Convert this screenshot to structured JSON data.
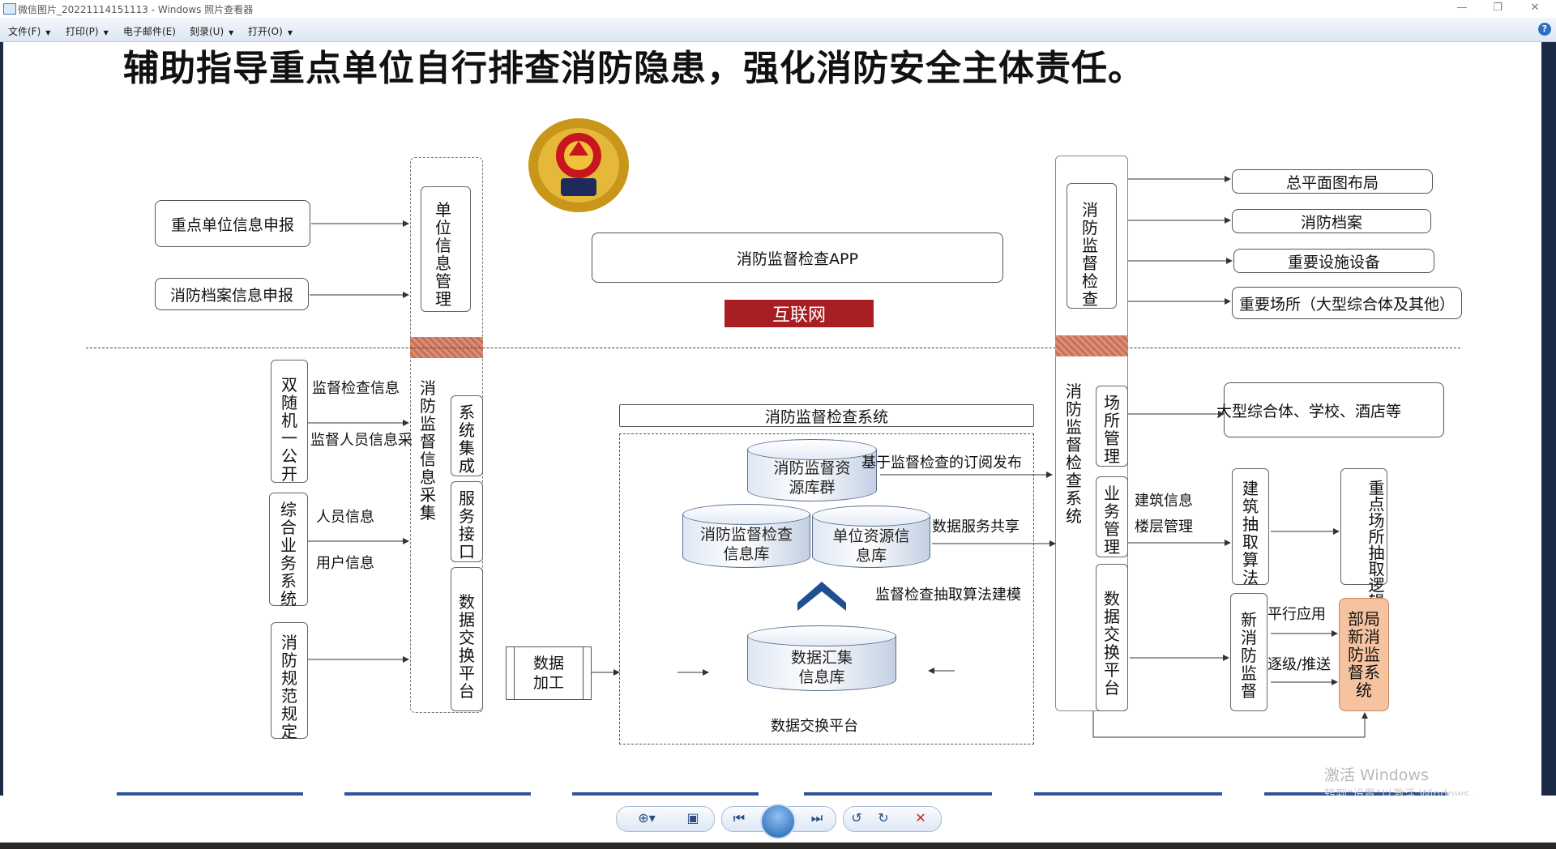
{
  "window": {
    "title": "微信图片_20221114151113 - Windows 照片查看器",
    "controls": [
      "—",
      "❐",
      "✕"
    ]
  },
  "menu": {
    "items": [
      "文件(F)",
      "打印(P)",
      "电子邮件(E)",
      "刻录(U)",
      "打开(O)"
    ],
    "help": "?"
  },
  "slide": {
    "heading": "辅助指导重点单位自行排查消防隐患，强化消防安全主体责任。",
    "left_inputs": [
      "重点单位信息申报",
      "消防档案信息申报"
    ],
    "unit_info_mgmt": "单位信息管理",
    "app_box": "消防监督检查APP",
    "internet": "互联网",
    "right_check": "消防监督检查",
    "right_outputs": [
      "总平面图布局",
      "消防档案",
      "重要设施设备",
      "重要场所（大型综合体及其他）"
    ],
    "sources": [
      {
        "name": "双随机一公开",
        "items": [
          "监督检查信息",
          "监督人员信息采"
        ]
      },
      {
        "name": "综合业务系统",
        "items": [
          "人员信息",
          "用户信息"
        ]
      },
      {
        "name": "消防规范规定",
        "items": []
      }
    ],
    "collect": "消防监督信息采集",
    "collect_subs": [
      "系统集成",
      "服务接口",
      "数据交换平台"
    ],
    "data_processing": "数据加工",
    "system_title": "消防监督检查系统",
    "db_cluster": "消防监督资源库群",
    "db_check": "消防监督检查信息库",
    "db_unit": "单位资源信息库",
    "db_collect": "数据汇集信息库",
    "exchange_platform": "数据交换平台",
    "note_publish": "基于监督检查的订阅发布",
    "note_share": "数据服务共享",
    "note_model": "监督检查抽取算法建模",
    "right_system": "消防监督检查系统",
    "right_subs": [
      "场所管理",
      "业务管理",
      "数据交换平台"
    ],
    "venue_box": "大型综合体、学校、酒店等",
    "biz_labels": [
      "建筑信息",
      "楼层管理"
    ],
    "algo": "建筑抽取算法",
    "key_algo": "重点场所抽取逻辑算法",
    "new_supervise": "新消防监督",
    "flow_labels": [
      "平行应用",
      "逐级/推送"
    ],
    "ministry": "部局新消防监督系统",
    "colors": {
      "internet": "#a81e22",
      "ministry": "#f6c3a0",
      "hatch": "#d98f78",
      "bottom_lines": "#2f5597"
    }
  },
  "watermark": {
    "line1": "激活 Windows",
    "line2": "转到“设置”以激活 Windows。"
  },
  "toolbar": {
    "buttons": [
      "zoom-icon",
      "fit-icon",
      "previous-icon",
      "slideshow-icon",
      "next-icon",
      "rotate-left-icon",
      "rotate-right-icon",
      "delete-icon"
    ]
  }
}
